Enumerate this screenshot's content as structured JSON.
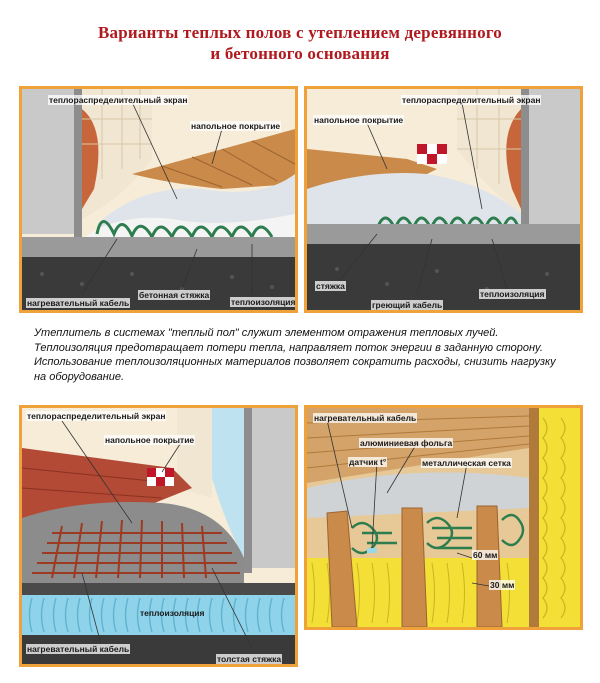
{
  "title": {
    "line1": "Варианты теплых полов с утеплением деревянного",
    "line2": "и бетонного основания"
  },
  "panel1": {
    "label_screen": "теплораспределительный экран",
    "label_floor": "напольное покрытие",
    "label_cable": "нагревательный кабель",
    "label_screed": "бетонная стяжка",
    "label_insulation": "теплоизоляция"
  },
  "panel2": {
    "label_screen": "теплораспределительный экран",
    "label_floor": "напольное покрытие",
    "label_screed": "стяжка",
    "label_cable": "греющий кабель",
    "label_insulation": "теплоизоляция"
  },
  "description": "Утеплитель в системах \"теплый пол\" служит элементом отражения тепловых лучей. Теплоизоляция предотвращает потери тепла, направляет поток энергии в заданную сторону. Использование теплоизоляционных материалов позволяет сократить расходы, снизить нагрузку на оборудование.",
  "panel3": {
    "label_screen": "теплораспределительный экран",
    "label_floor": "напольное покрытие",
    "label_insulation": "теплоизоляция",
    "label_cable": "нагревательный кабель",
    "label_screed": "толстая стяжка"
  },
  "panel4": {
    "label_cable": "нагревательный кабель",
    "label_foil": "алюминиевая фольга",
    "label_sensor": "датчик t°",
    "label_mesh": "металлическая сетка",
    "label_60": "60 мм",
    "label_30": "30 мм"
  },
  "colors": {
    "title": "#b0191e",
    "frame": "#f0a23a",
    "wood": "#c98a4a",
    "cable": "#2e7d4f",
    "insulation": "#8fd3ea"
  }
}
